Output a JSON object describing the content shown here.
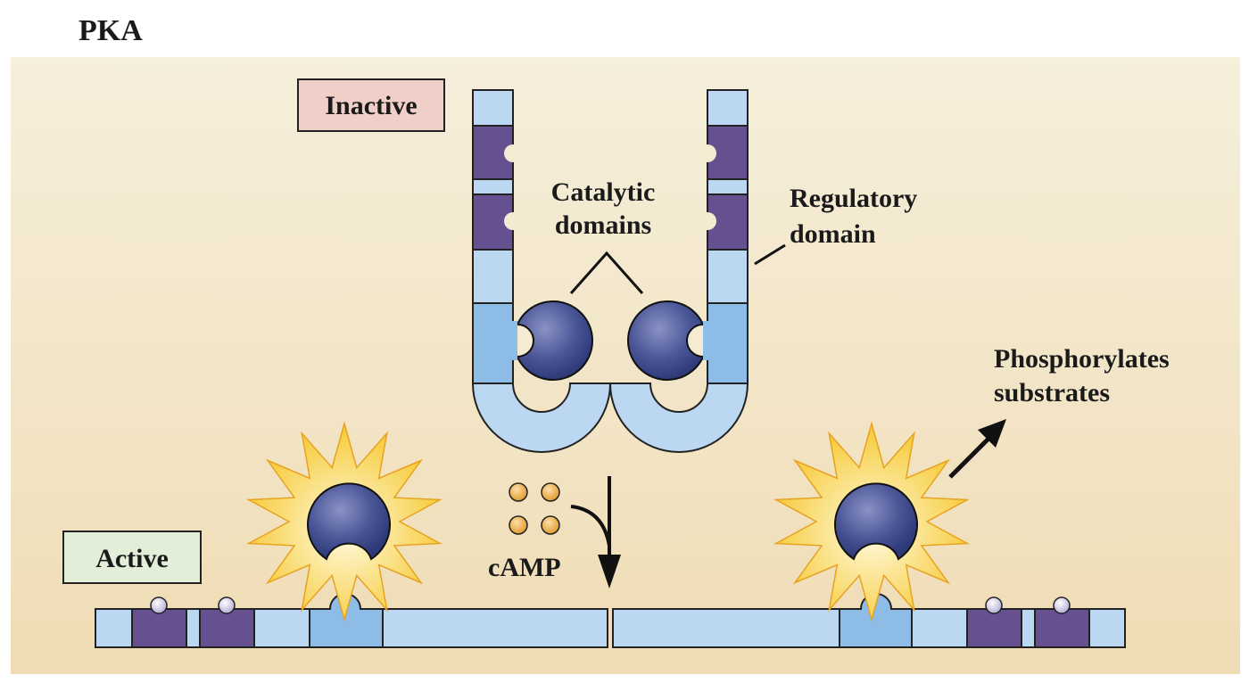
{
  "title": "PKA",
  "states": {
    "inactive": "Inactive",
    "active": "Active"
  },
  "labels": {
    "catalytic_line1": "Catalytic",
    "catalytic_line2": "domains",
    "regulatory_line1": "Regulatory",
    "regulatory_line2": "domain",
    "camp": "cAMP",
    "phos_line1": "Phosphorylates",
    "phos_line2": "substrates"
  },
  "colors": {
    "background_top": "#f6efdc",
    "background_bottom": "#efdcb4",
    "inactive_box": "#efcfc7",
    "active_box": "#e2eed8",
    "light_blue": "#bcd7f2",
    "mid_blue": "#8dbde6",
    "purple": "#67508f",
    "catalytic_navy": "#3f4c8c",
    "camp_orange": "#e8a23a",
    "burst_yellow": "#f7cf3a"
  }
}
